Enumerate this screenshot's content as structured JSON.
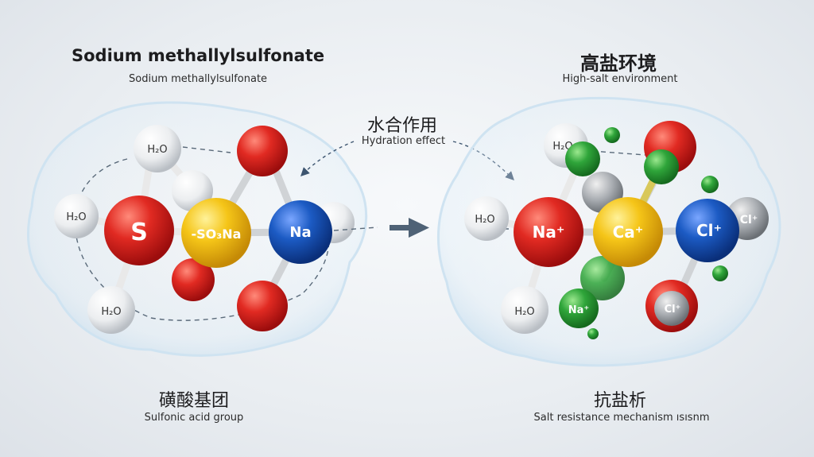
{
  "left_panel": {
    "title": "Sodium methallylsulfonate",
    "subtitle": "Sodium methallylsulfonate",
    "caption_zh": "磺酸基团",
    "caption_en": "Sulfonic acid group",
    "atoms": {
      "s": "S",
      "so3na": "-SO₃Na",
      "na": "Na",
      "water": "H₂O"
    }
  },
  "middle": {
    "label_zh": "水合作用",
    "label_en": "Hydration effect"
  },
  "right_panel": {
    "title": "高盐环境",
    "subtitle": "High-salt environment",
    "caption_zh": "抗盐析",
    "caption_en": "Salt resistance mechanism ısısnm",
    "atoms": {
      "na_plus": "Na⁺",
      "ca_plus": "Ca⁺",
      "cl_plus": "Cl⁺",
      "cl_small": "Cl⁺",
      "cl_small2": "Cl⁺",
      "na_small": "Na⁺",
      "water": "H₂O",
      "h2o_partial": "H₂O"
    }
  },
  "colors": {
    "red": "#d61f1f",
    "yellow": "#f2c21a",
    "blue": "#1a56b8",
    "green": "#2e9b3a",
    "white": "#f4f4f4"
  }
}
